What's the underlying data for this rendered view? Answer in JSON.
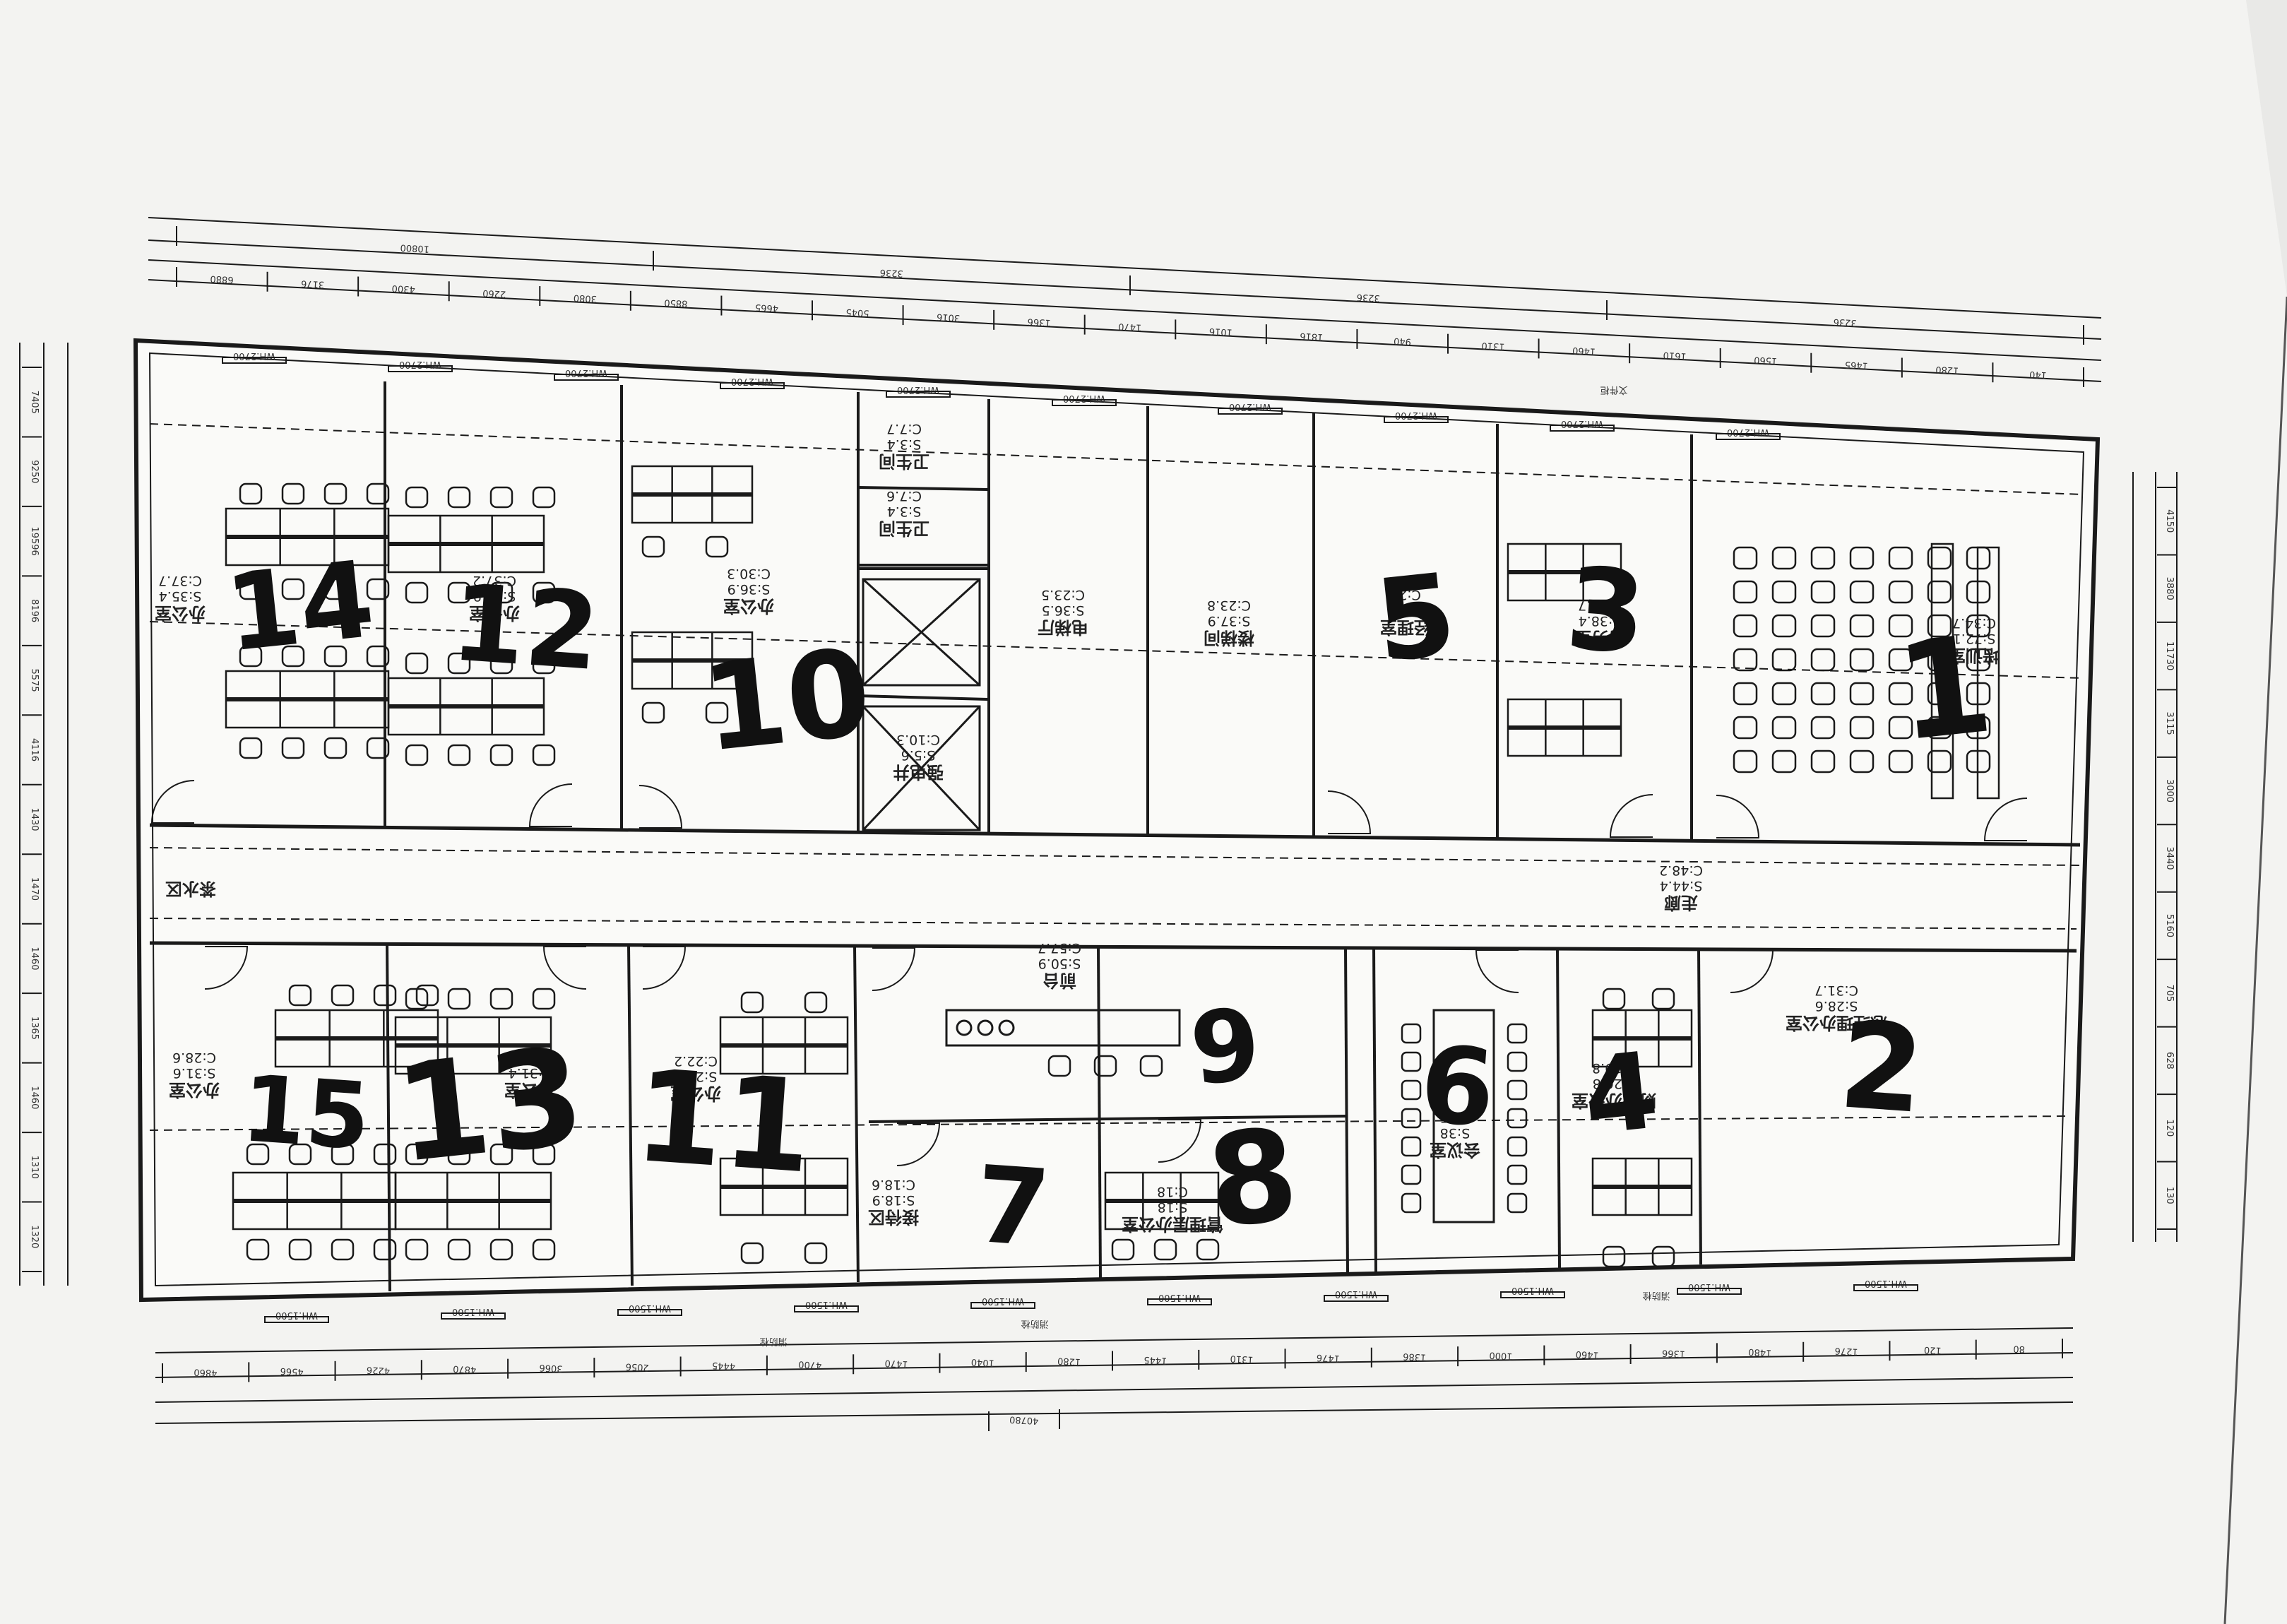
{
  "colors": {
    "paper": "#f7f7f5",
    "line": "#1a1a1a",
    "marker": "#111111",
    "background": "#e9e9e7"
  },
  "dimensions": {
    "top_outer": [
      "10800",
      "3236",
      "3236",
      "3236"
    ],
    "top_segments": [
      "6880",
      "3176",
      "4300",
      "2260",
      "3080",
      "8850",
      "4665",
      "5045",
      "3016",
      "1366",
      "1470",
      "1016",
      "1816",
      "940",
      "1310",
      "1460",
      "1610",
      "1560",
      "1465",
      "1280",
      "140"
    ],
    "bottom_outer": [
      "40780"
    ],
    "bottom_segments": [
      "4860",
      "4566",
      "4226",
      "4870",
      "3066",
      "2056",
      "4445",
      "4700",
      "1470",
      "1040",
      "1280",
      "1445",
      "1310",
      "1476",
      "1386",
      "1000",
      "1460",
      "1366",
      "1480",
      "1276",
      "120",
      "80"
    ],
    "left": [
      "7405",
      "9250",
      "19596",
      "8196",
      "5575",
      "4116",
      "1430",
      "1470",
      "1460",
      "1365",
      "1460",
      "1310",
      "1320"
    ],
    "right": [
      "4150",
      "3880",
      "11730",
      "3115",
      "3000",
      "3440",
      "5160",
      "705",
      "628",
      "120",
      "130"
    ]
  },
  "rooms": [
    {
      "name": "办公室",
      "area": "S:35.4",
      "perim": "C:37.7",
      "marker": "14"
    },
    {
      "name": "办公室",
      "area": "S:38.9",
      "perim": "C:37.2",
      "marker": "12"
    },
    {
      "name": "办公室",
      "area": "S:36.9",
      "perim": "C:30.3",
      "marker": "10"
    },
    {
      "name": "卫生间",
      "area": "S:3.4",
      "perim": "C:7.7"
    },
    {
      "name": "卫生间",
      "area": "S:3.4",
      "perim": "C:7.6"
    },
    {
      "name": "强电井",
      "area": "S:5.6",
      "perim": "C:10.3"
    },
    {
      "name": "电梯厅",
      "area": "S:36.5",
      "perim": "C:23.5"
    },
    {
      "name": "楼梯间",
      "area": "S:37.9",
      "perim": "C:23.8"
    },
    {
      "name": "经理室",
      "area": "S:30",
      "perim": "C:23",
      "marker": "5"
    },
    {
      "name": "财务室",
      "area": "S:38.4",
      "perim": "C:25.7",
      "marker": "3"
    },
    {
      "name": "培训室",
      "area": "S:72.1",
      "perim": "C:34.7",
      "marker": "1"
    },
    {
      "name": "茶水区"
    },
    {
      "name": "走廊",
      "area": "S:44.4",
      "perim": "C:48.2"
    },
    {
      "name": "办公室",
      "area": "S:31.6",
      "perim": "C:28.6",
      "marker": "15"
    },
    {
      "name": "办公室",
      "area": "S:31.4",
      "perim": "C:28.1",
      "marker": "13"
    },
    {
      "name": "办公室",
      "area": "S:28.8",
      "perim": "C:22.2",
      "marker": "11"
    },
    {
      "name": "前台",
      "area": "S:50.9",
      "perim": "C:57.7",
      "marker": "9"
    },
    {
      "name": "接待区",
      "area": "S:18.9",
      "perim": "C:18.6",
      "marker": "7"
    },
    {
      "name": "管理层办公室",
      "area": "S:18",
      "perim": "C:18",
      "marker": "8"
    },
    {
      "name": "会议室",
      "area": "S:38",
      "perim": "C:25",
      "marker": "6"
    },
    {
      "name": "财务办公室",
      "area": "S:26.8",
      "perim": "C:19.8",
      "marker": "4"
    },
    {
      "name": "总经理办公室",
      "area": "S:28.6",
      "perim": "C:31.7",
      "marker": "2"
    }
  ],
  "window_tags": [
    "WH:2700",
    "WH:2700",
    "WH:2700",
    "WH:2700",
    "WH:2700",
    "WH:2700",
    "WH:2700",
    "WH:2700",
    "WH:2700",
    "WH:2700",
    "WH:1500",
    "WH:1500",
    "WH:1500",
    "WH:1500",
    "WH:1500",
    "WH:1500",
    "WH:1500",
    "WH:1500",
    "WH:1500",
    "WH:1500"
  ],
  "notes": [
    "文件柜",
    "消防栓",
    "消防栓",
    "消防栓"
  ]
}
